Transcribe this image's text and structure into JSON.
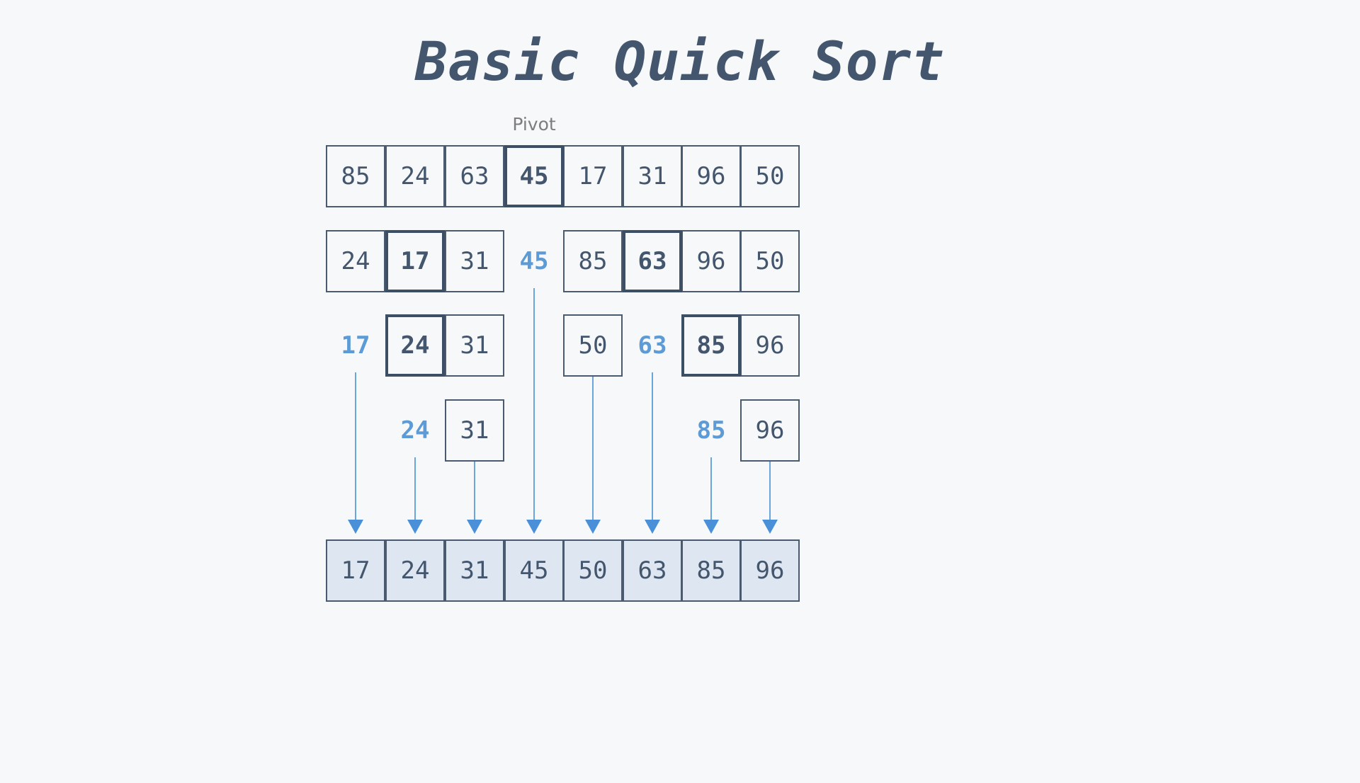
{
  "page": {
    "title": "Basic Quick Sort",
    "background_color": "#f7f8f9",
    "ink_color": "#44566d",
    "accent_color": "#5c9bd6",
    "filled_cell_color": "#dee7f1",
    "pivot_caption": "Pivot"
  },
  "chart_data": {
    "type": "diagram",
    "title": "Basic Quick Sort",
    "algorithm": "quicksort",
    "input": [
      85,
      24,
      63,
      45,
      17,
      31,
      96,
      50
    ],
    "output": [
      17,
      24,
      31,
      45,
      50,
      63,
      85,
      96
    ],
    "levels": [
      {
        "level": 0,
        "label": "initial-array",
        "cells": [
          {
            "value": "85",
            "pivot": false
          },
          {
            "value": "24",
            "pivot": false
          },
          {
            "value": "63",
            "pivot": false
          },
          {
            "value": "45",
            "pivot": true
          },
          {
            "value": "17",
            "pivot": false
          },
          {
            "value": "31",
            "pivot": false
          },
          {
            "value": "96",
            "pivot": false
          },
          {
            "value": "50",
            "pivot": false
          }
        ],
        "loose": []
      },
      {
        "level": 1,
        "label": "first-partition",
        "cells": [
          {
            "value": "24",
            "pivot": false
          },
          {
            "value": "17",
            "pivot": true
          },
          {
            "value": "31",
            "pivot": false
          },
          {
            "value": "85",
            "pivot": false
          },
          {
            "value": "63",
            "pivot": true
          },
          {
            "value": "96",
            "pivot": false
          },
          {
            "value": "50",
            "pivot": false
          }
        ],
        "loose": [
          {
            "value": "45",
            "column": 3
          }
        ]
      },
      {
        "level": 2,
        "label": "second-partition",
        "cells": [
          {
            "value": "24",
            "pivot": true
          },
          {
            "value": "31",
            "pivot": false
          },
          {
            "value": "50",
            "pivot": false
          },
          {
            "value": "85",
            "pivot": true
          },
          {
            "value": "96",
            "pivot": false
          }
        ],
        "loose": [
          {
            "value": "17",
            "column": 0
          },
          {
            "value": "63",
            "column": 5
          }
        ]
      },
      {
        "level": 3,
        "label": "third-partition",
        "cells": [
          {
            "value": "31",
            "pivot": false
          },
          {
            "value": "96",
            "pivot": false
          }
        ],
        "loose": [
          {
            "value": "24",
            "column": 1
          },
          {
            "value": "85",
            "column": 6
          }
        ]
      },
      {
        "level": 4,
        "label": "sorted-result",
        "cells": [
          {
            "value": "17",
            "pivot": false
          },
          {
            "value": "24",
            "pivot": false
          },
          {
            "value": "31",
            "pivot": false
          },
          {
            "value": "45",
            "pivot": false
          },
          {
            "value": "50",
            "pivot": false
          },
          {
            "value": "63",
            "pivot": false
          },
          {
            "value": "85",
            "pivot": false
          },
          {
            "value": "96",
            "pivot": false
          }
        ],
        "loose": []
      }
    ],
    "arrow_columns": [
      0,
      1,
      2,
      3,
      4,
      5,
      6,
      7
    ],
    "legend": [],
    "annotations": [
      {
        "text": "Pivot",
        "target_column": 3,
        "target_level": 0
      }
    ]
  }
}
